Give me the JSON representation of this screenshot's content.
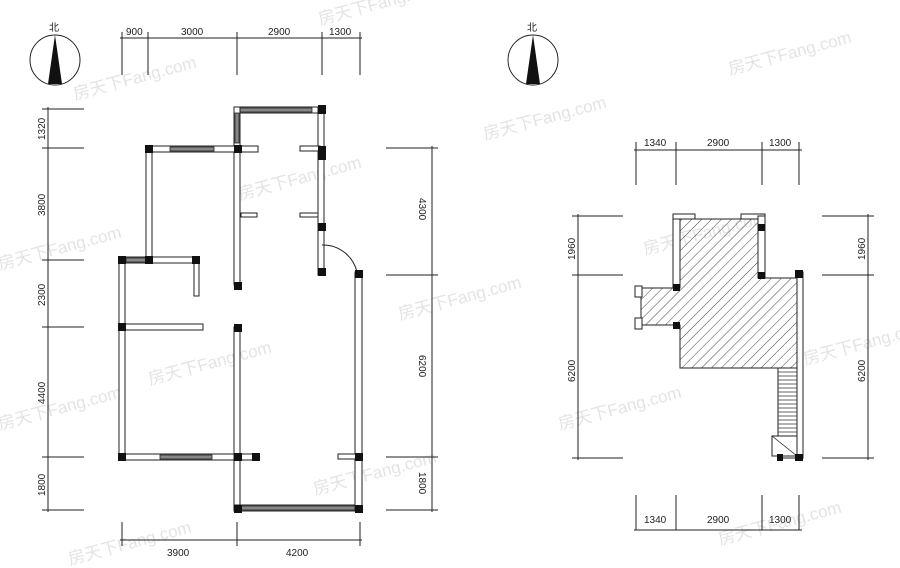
{
  "watermark": "房天下Fang.com",
  "north_label": "北",
  "plan_1": {
    "top_dims": [
      "900",
      "3000",
      "2900",
      "1300"
    ],
    "left_dims": [
      "1320",
      "3800",
      "2300",
      "4400",
      "1800"
    ],
    "right_dims": [
      "4300",
      "6200",
      "1800"
    ],
    "bottom_dims": [
      "3900",
      "4200"
    ]
  },
  "plan_2": {
    "top_dims": [
      "1340",
      "2900",
      "1300"
    ],
    "bottom_dims": [
      "1340",
      "2900",
      "1300"
    ],
    "left_dims": [
      "1960",
      "6200"
    ],
    "right_dims": [
      "1960",
      "6200"
    ]
  }
}
